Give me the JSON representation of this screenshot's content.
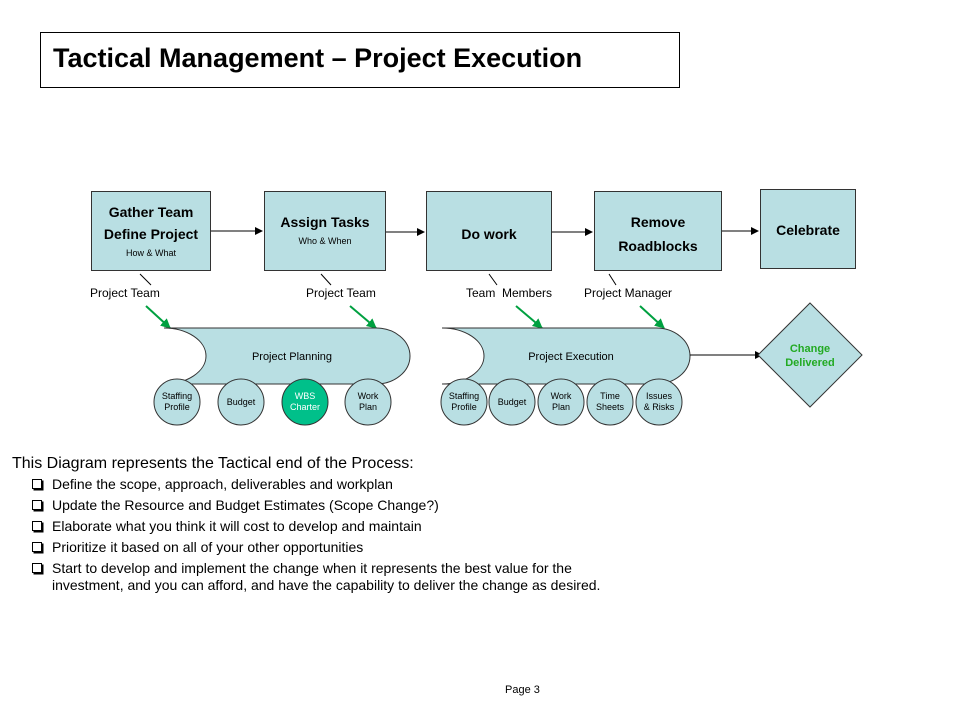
{
  "title": "Tactical Management – Project Execution",
  "steps": [
    {
      "title": "Gather Team",
      "title2": "Define Project",
      "sub": "How & What"
    },
    {
      "title": "Assign Tasks",
      "sub": "Who & When"
    },
    {
      "title": "Do work"
    },
    {
      "title": "Remove",
      "title2": "Roadblocks"
    },
    {
      "title": "Celebrate"
    }
  ],
  "roles": [
    "Project Team",
    "Project Team",
    "Team  Members",
    "Project Manager"
  ],
  "phases": {
    "planning": {
      "label": "Project Planning",
      "circles": [
        [
          "Staffing",
          "Profile"
        ],
        [
          "Budget"
        ],
        [
          "WBS",
          "Charter"
        ],
        [
          "Work",
          "Plan"
        ]
      ]
    },
    "execution": {
      "label": "Project Execution",
      "circles": [
        [
          "Staffing",
          "Profile"
        ],
        [
          "Budget"
        ],
        [
          "Work",
          "Plan"
        ],
        [
          "Time",
          "Sheets"
        ],
        [
          "Issues",
          "& Risks"
        ]
      ]
    }
  },
  "outcome": {
    "line1": "Change",
    "line2": "Delivered"
  },
  "description": {
    "heading": "This Diagram represents the Tactical end of the Process:",
    "bullets": [
      "Define the scope, approach, deliverables and workplan",
      "Update the Resource and Budget Estimates (Scope Change?)",
      "Elaborate what you think it will cost to develop and maintain",
      "Prioritize it based on all of your other opportunities",
      "Start to develop and implement the change when it represents the best value for the investment, and you can afford, and have the capability to deliver the change as desired."
    ]
  },
  "page": "Page 3",
  "colors": {
    "box_fill": "#b9dfe3",
    "highlight": "#00c08a",
    "outcome_text": "#22aa22",
    "pointer_arrow": "#00a040"
  }
}
